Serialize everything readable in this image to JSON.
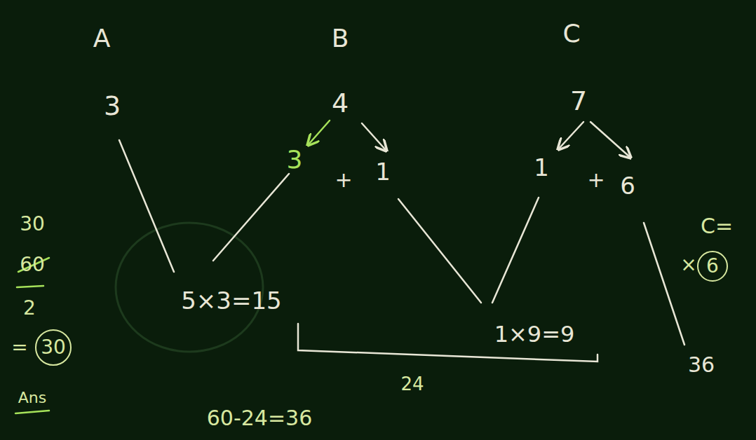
{
  "diagram": {
    "nodes": [
      {
        "text": [
          "30"
        ]
      },
      {
        "text": [
          "6"
        ]
      }
    ],
    "labels": [
      "A",
      "B",
      "C",
      "3",
      "4",
      "7",
      "3",
      "+",
      "1",
      "1",
      "+",
      "6",
      "30",
      "C=",
      "60",
      "×",
      "2",
      "5×3=15",
      "1×9=9",
      "=",
      "36",
      "24",
      "Ans",
      "60-24=36"
    ]
  }
}
